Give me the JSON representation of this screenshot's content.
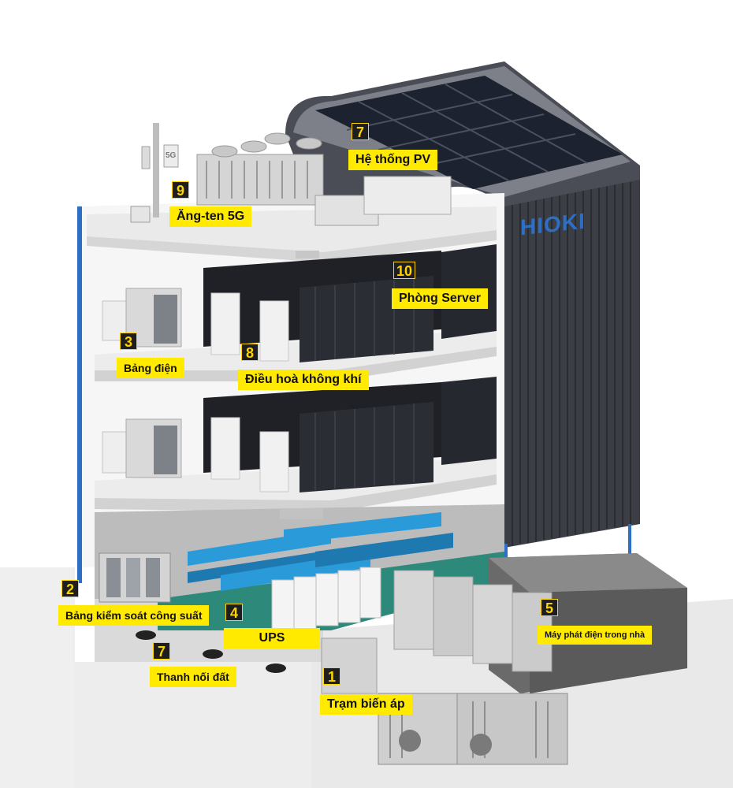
{
  "colors": {
    "label_bg": "#ffea00",
    "number_bg": "#1e1e1e",
    "number_fg": "#ffd400",
    "brand_blue": "#2d6fc4",
    "facade": "#3b3e45",
    "floor": "#f2f2f2",
    "server_blue": "#2a9bd8"
  },
  "brand": "HIOKI",
  "antenna_tag": "5G",
  "callouts": [
    {
      "id": "1",
      "label": "Trạm biến áp"
    },
    {
      "id": "2",
      "label": "Bảng kiểm soát công suất"
    },
    {
      "id": "3",
      "label": "Bảng điện"
    },
    {
      "id": "4",
      "label": "UPS"
    },
    {
      "id": "5",
      "label": "Máy phát điện trong nhà"
    },
    {
      "id": "6",
      "label": "Hệ thống PV"
    },
    {
      "id": "7",
      "label": "Thanh nối đất"
    },
    {
      "id": "8",
      "label": "Điều hoà không khí"
    },
    {
      "id": "9",
      "label": "Ăng-ten 5G"
    },
    {
      "id": "10",
      "label": "Phòng Server"
    }
  ]
}
